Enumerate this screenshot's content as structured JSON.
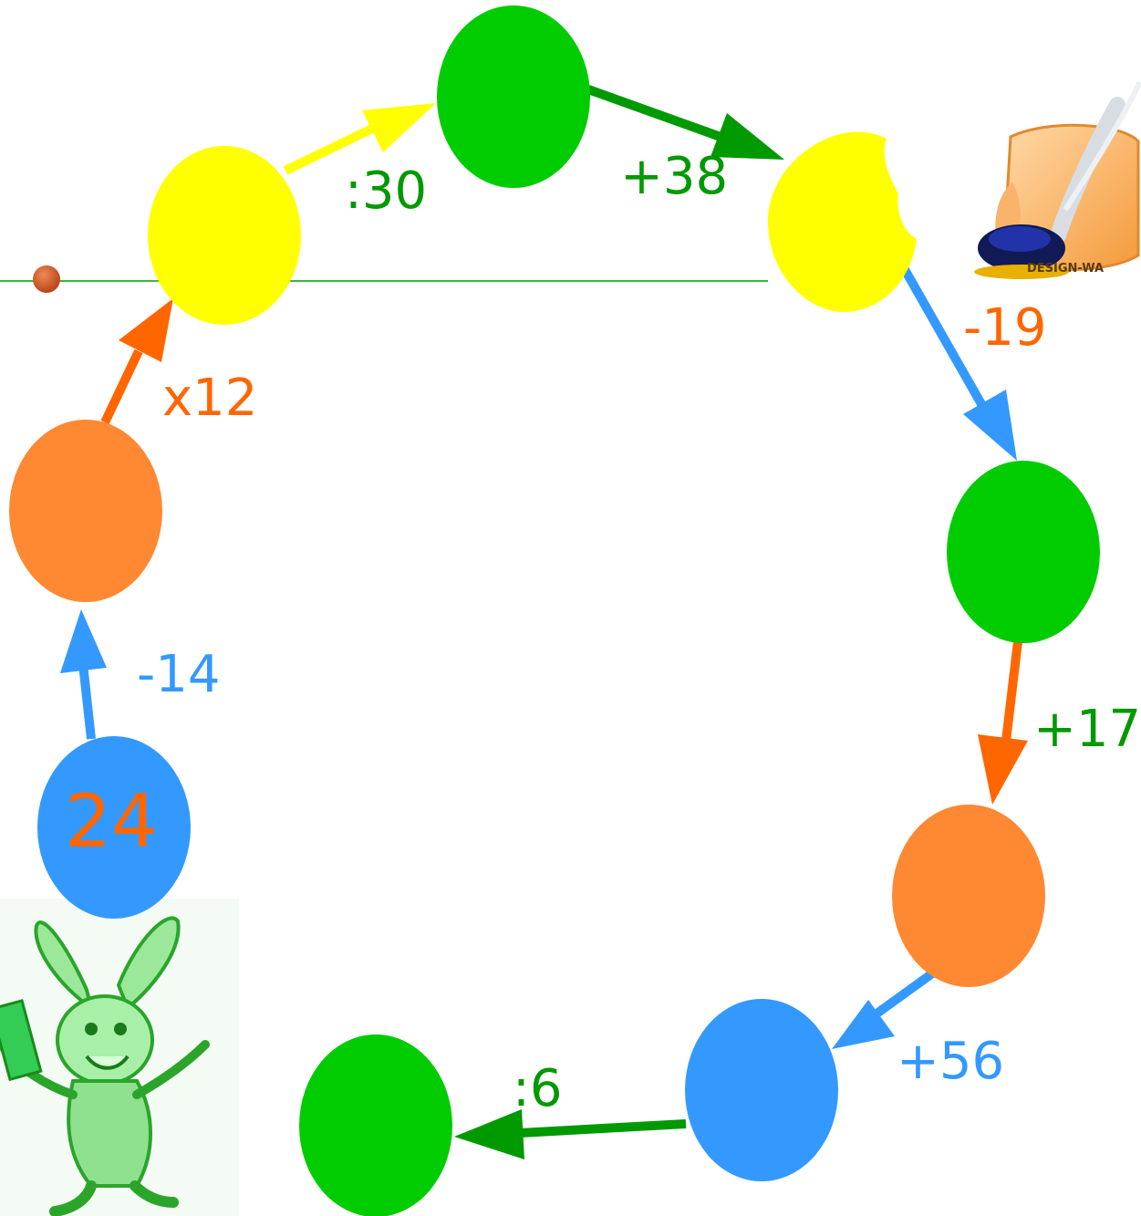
{
  "start_value": "24",
  "operations": [
    ":30",
    "+38",
    "-19",
    "+17",
    "+56",
    ":6",
    "x12",
    "-14"
  ],
  "colors": {
    "green": "#00cc00",
    "dark_green": "#009900",
    "yellow": "#ffff00",
    "orange": "#ff8833",
    "orange_text": "#ff6600",
    "blue": "#3399ff",
    "rule_line": "#33bb33",
    "bullet": "#cc5522"
  },
  "icons": [
    "green-rabbit-illustration",
    "scroll-quill-ink-illustration"
  ],
  "logo_text": "DESIGN-WA"
}
